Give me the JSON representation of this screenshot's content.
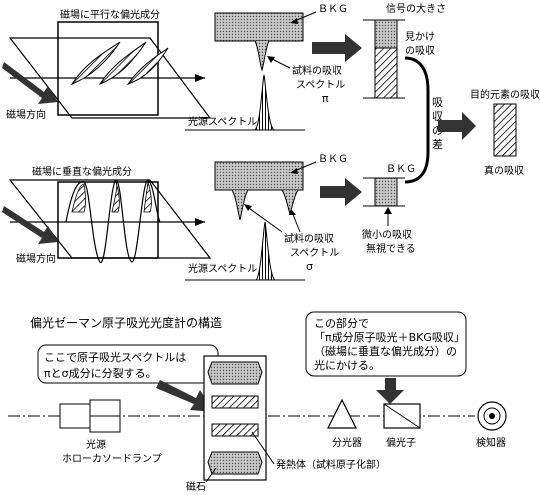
{
  "top": {
    "parallel_title": "磁場に平行な偏光成分",
    "field_dir_1": "磁場方向",
    "lamp_spectrum_1": "光源スペクトル",
    "bkg_1": "ＢＫＧ",
    "sample_abs_pi": [
      "試料の吸収",
      "スペクトル",
      "π"
    ],
    "signal_size": "信号の大きさ",
    "apparent_abs": [
      "見かけ",
      "の吸収"
    ],
    "abs_diff": [
      "吸",
      "収",
      "の",
      "差"
    ],
    "target_abs": "目的元素の吸収",
    "true_abs": "真の吸収"
  },
  "middle": {
    "perpendicular_title": "磁場に垂直な偏光成分",
    "field_dir_2": "磁場方向",
    "lamp_spectrum_2": "光源スペクトル",
    "bkg_2": "ＢＫＧ",
    "sample_abs_sigma": [
      "試料の吸収",
      "スペクトル",
      "σ"
    ],
    "tiny_abs": [
      "微小の吸収",
      "無視できる"
    ]
  },
  "bottom": {
    "structure_title": "偏光ゼーマン原子吸光光度計の構造",
    "callout_left": [
      "ここで原子吸光スペクトルは",
      "πとσ成分に分裂する。"
    ],
    "callout_right": [
      "この部分で",
      "「π成分原子吸光＋BKG吸収」",
      "（磁場に垂直な偏光成分）の",
      "光にかける。"
    ],
    "lamp_label": [
      "光源",
      "ホローカソードランプ"
    ],
    "magnet_label": "磁石",
    "heater_label": "発熱体（試料原子化部）",
    "mono_label": "分光器",
    "polarizer_label": "偏光子",
    "detector_label": "検知器"
  }
}
